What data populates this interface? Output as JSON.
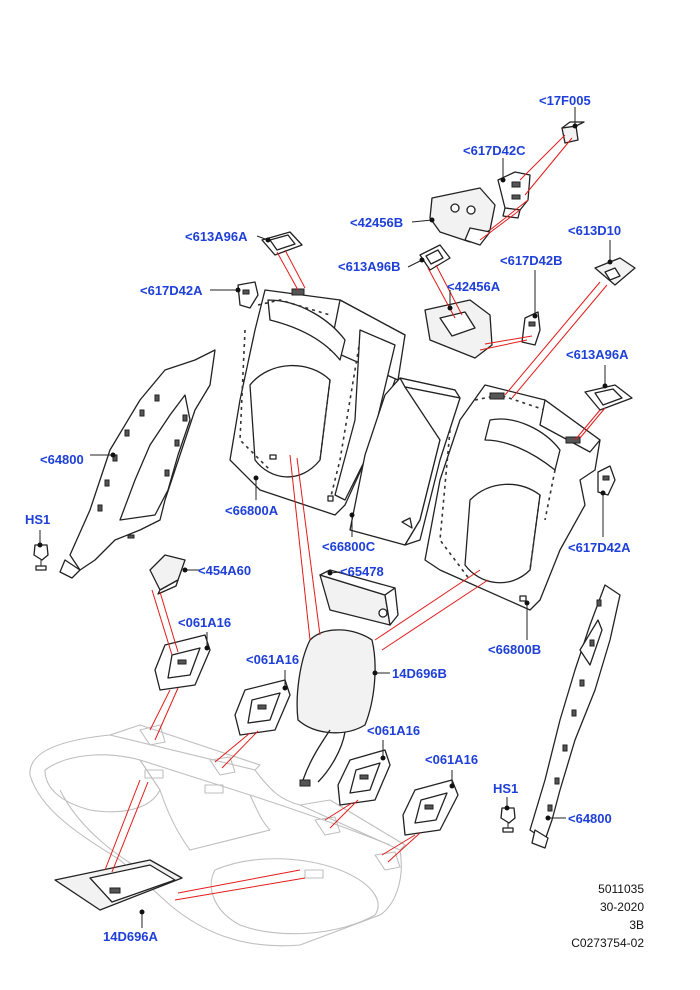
{
  "callouts": {
    "c01": "<17F005",
    "c02": "<617D42C",
    "c03": "<42456B",
    "c04": "<613A96A",
    "c05": "<613A96B",
    "c06": "<617D42B",
    "c07": "<613D10",
    "c08": "<617D42A",
    "c09": "<42456A",
    "c10": "<613A96A",
    "c11": "<64800",
    "c12": "HS1",
    "c13": "<66800A",
    "c14": "<66800C",
    "c15": "<617D42A",
    "c16": "<454A60",
    "c17": "<65478",
    "c18": "<061A16",
    "c19": "<061A16",
    "c20": "14D696B",
    "c21": "<66800B",
    "c22": "<061A16",
    "c23": "<061A16",
    "c24": "HS1",
    "c25": "<64800",
    "c26": "14D696A"
  },
  "meta": {
    "line1": "5011035",
    "line2": "30-2020",
    "line3": "3B",
    "line4": "C0273754-02"
  },
  "colors": {
    "label": "#1e3fd8",
    "leader_red": "#e41b1b",
    "outline": "#222222",
    "cushion": "#bfbfbf"
  }
}
